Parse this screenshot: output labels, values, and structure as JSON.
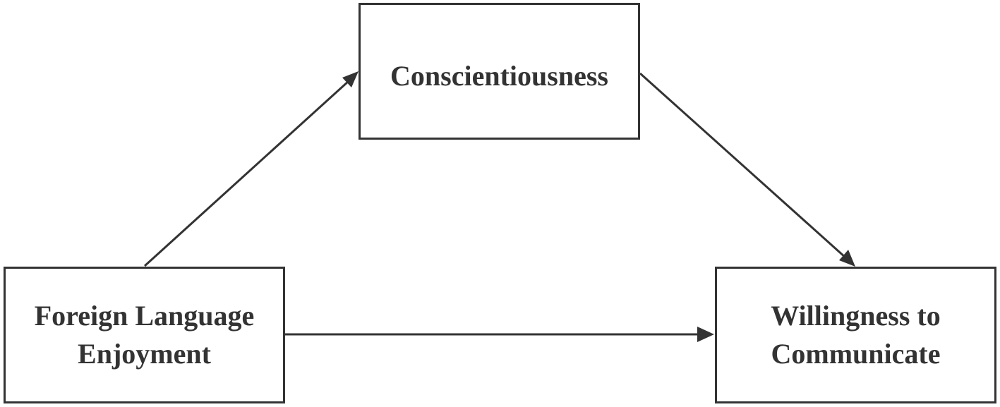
{
  "diagram": {
    "mediator": {
      "label": "Conscientiousness"
    },
    "predictor": {
      "lines": [
        "Foreign Language",
        "Enjoyment"
      ]
    },
    "outcome": {
      "lines": [
        "Willingness to",
        "Communicate"
      ]
    }
  },
  "colors": {
    "stroke": "#333333",
    "text": "#333333",
    "background": "#ffffff"
  }
}
